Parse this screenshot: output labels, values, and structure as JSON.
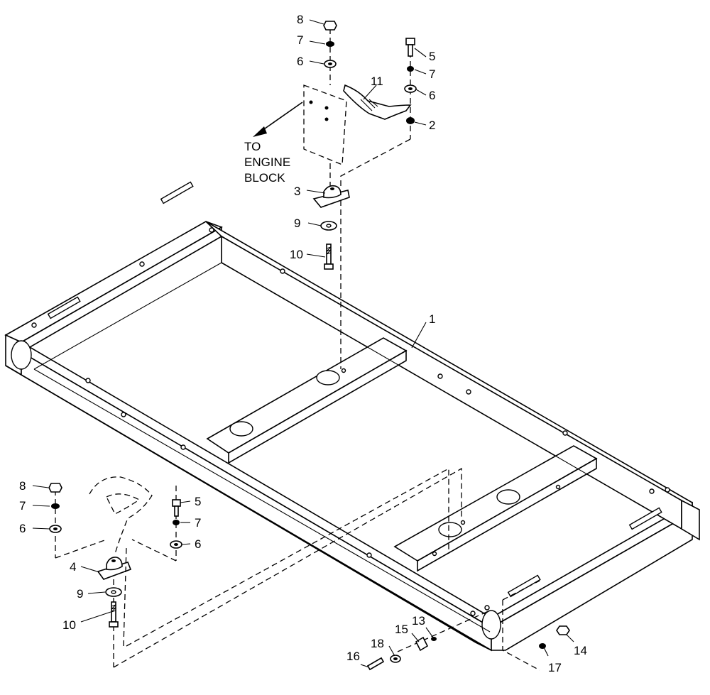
{
  "diagram": {
    "callouts": {
      "frame": "1",
      "top_mount": "3",
      "bottom_mount": "4",
      "bolt": "5",
      "washer": "6",
      "lockwasher": "7",
      "nut": "8",
      "flat_washer": "9",
      "long_bolt": "10",
      "bracket": "11",
      "small_nut": "2",
      "part13": "13",
      "part14": "14",
      "part15": "15",
      "part16": "16",
      "part17": "17",
      "part18": "18"
    },
    "note": {
      "line1": "TO",
      "line2": "ENGINE",
      "line3": "BLOCK"
    }
  }
}
